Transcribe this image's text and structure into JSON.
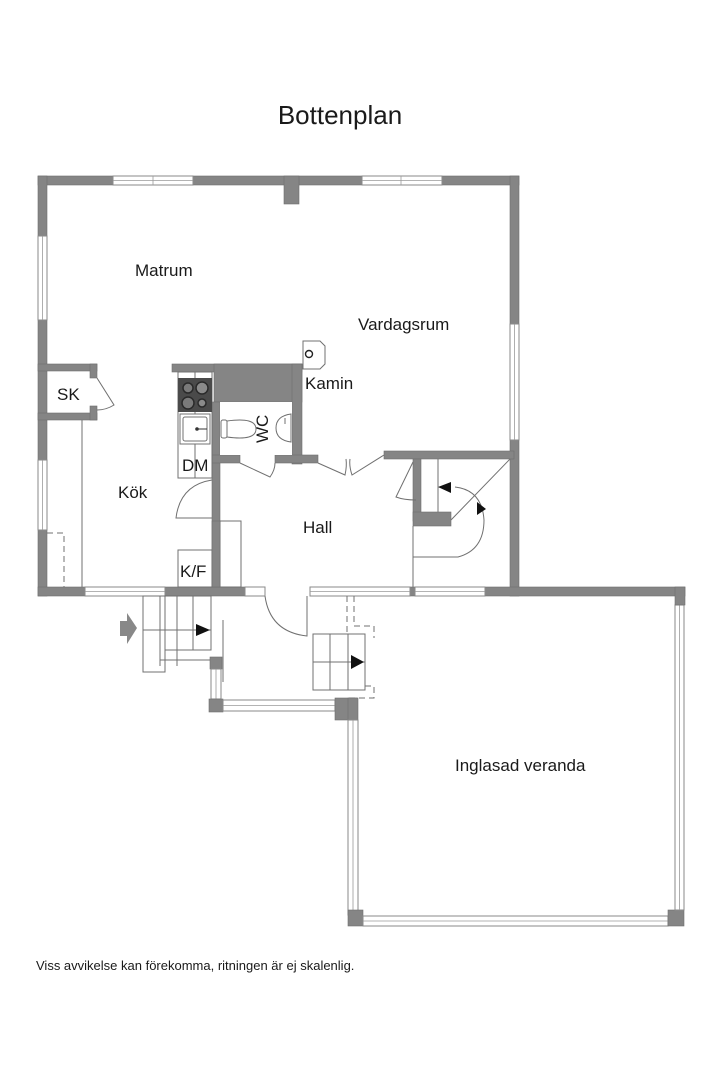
{
  "title": "Bottenplan",
  "rooms": {
    "matrum": "Matrum",
    "vardagsrum": "Vardagsrum",
    "kamin": "Kamin",
    "sk": "SK",
    "wc": "WC",
    "dm": "DM",
    "kok": "Kök",
    "hall": "Hall",
    "kf": "K/F",
    "veranda": "Inglasad veranda"
  },
  "icons": {
    "entrance": "entrance-arrow-icon",
    "stove": "stove-icon",
    "sink": "sink-icon",
    "toilet": "toilet-icon",
    "washbasin": "washbasin-icon",
    "fireplace": "fireplace-icon",
    "stair_arrow": "stair-direction-icon"
  },
  "colors": {
    "wall": "#858585",
    "text": "#1a1a1a",
    "background": "#ffffff"
  },
  "footer_note": "Viss avvikelse kan förekomma, ritningen är ej skalenlig."
}
